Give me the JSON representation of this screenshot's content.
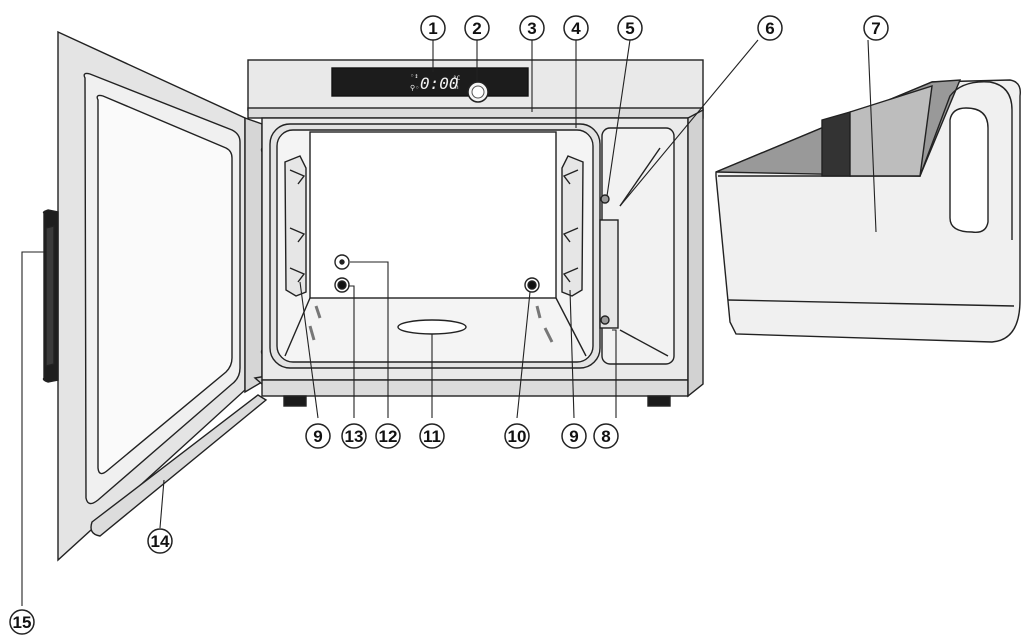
{
  "display": {
    "time": "0:00",
    "unit_top": "°C",
    "unit_bottom": "h"
  },
  "callouts": [
    {
      "id": "callout-1",
      "label": "1"
    },
    {
      "id": "callout-2",
      "label": "2"
    },
    {
      "id": "callout-3",
      "label": "3"
    },
    {
      "id": "callout-4",
      "label": "4"
    },
    {
      "id": "callout-5",
      "label": "5"
    },
    {
      "id": "callout-6",
      "label": "6"
    },
    {
      "id": "callout-7",
      "label": "7"
    },
    {
      "id": "callout-8",
      "label": "8"
    },
    {
      "id": "callout-9",
      "label": "9"
    },
    {
      "id": "callout-10",
      "label": "10"
    },
    {
      "id": "callout-11",
      "label": "11"
    },
    {
      "id": "callout-12",
      "label": "12"
    },
    {
      "id": "callout-13",
      "label": "13"
    },
    {
      "id": "callout-14",
      "label": "14"
    },
    {
      "id": "callout-15",
      "label": "15"
    }
  ]
}
